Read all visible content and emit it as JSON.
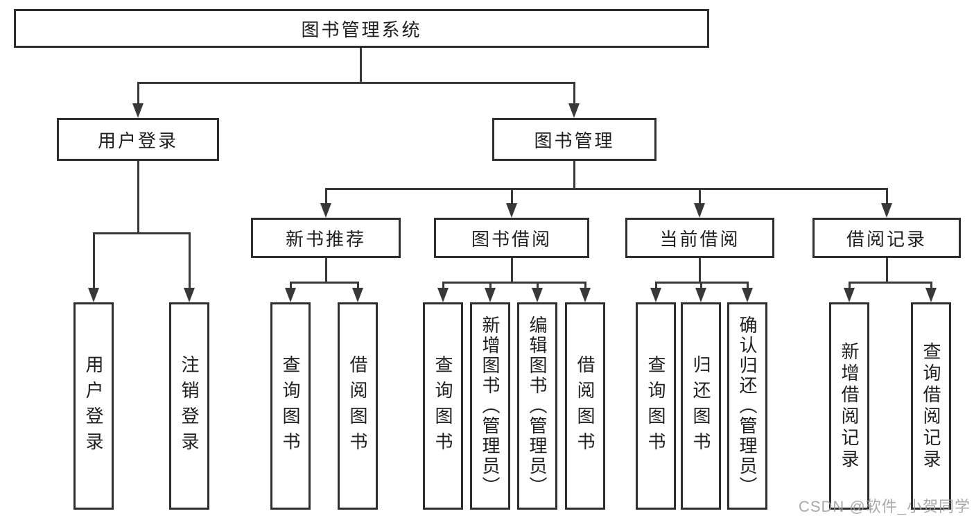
{
  "tree": {
    "root": {
      "label": "图书管理系统"
    },
    "level2": [
      {
        "label": "用户登录"
      },
      {
        "label": "图书管理"
      }
    ],
    "level3": [
      {
        "label": "新书推荐"
      },
      {
        "label": "图书借阅"
      },
      {
        "label": "当前借阅"
      },
      {
        "label": "借阅记录"
      }
    ],
    "leaves": {
      "user_login": [
        "用户登录",
        "注销登录"
      ],
      "new_book": [
        "查询图书",
        "借阅图书"
      ],
      "book_borrow": [
        "查询图书",
        "新增图书（管理员）",
        "编辑图书（管理员）",
        "借阅图书"
      ],
      "current_borrow": [
        "查询图书",
        "归还图书",
        "确认归还（管理员）"
      ],
      "borrow_records": [
        "新增借阅记录",
        "查询借阅记录"
      ]
    }
  },
  "watermark": "CSDN @软件_小贺同学",
  "colors": {
    "line": "#383838",
    "border": "#2e2e2e",
    "text": "#1f1f1f",
    "watermark": "#9b9b9b",
    "background": "#ffffff"
  }
}
